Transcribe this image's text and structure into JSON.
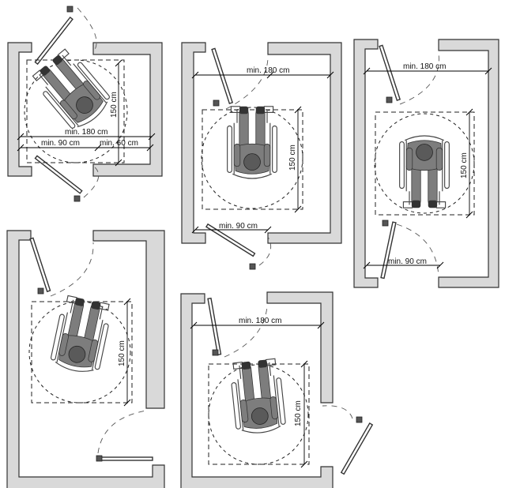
{
  "labels": {
    "min180": "min. 180 cm",
    "min90": "min. 90 cm",
    "min60": "min. 60 cm",
    "h150": "150 cm"
  },
  "colors": {
    "wall": "#d9d9d9",
    "line": "#222222",
    "body": "#7d7d7d"
  },
  "icons": [
    "wheelchair-user-icon",
    "door-icon"
  ]
}
